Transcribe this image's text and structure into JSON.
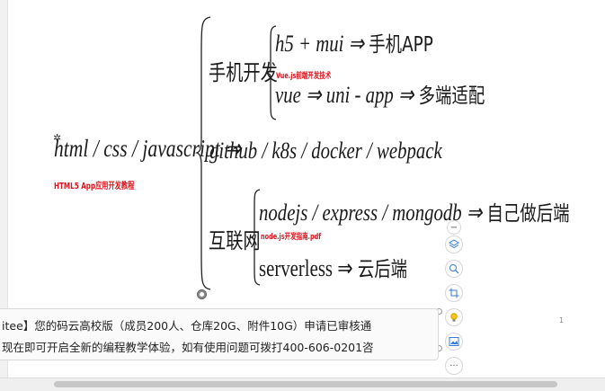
{
  "diagram": {
    "root": {
      "text": "html / css / javascript ⇒",
      "note": "HTML5 App应用开发教程"
    },
    "branches": {
      "mobile": {
        "label": "手机开发",
        "items": [
          {
            "math": "h5 + mui ⇒ ",
            "cn": "手机APP"
          },
          {
            "math": "vue ⇒ uni - app ⇒ ",
            "cn": "多端适配"
          }
        ],
        "note": "Vue.js前端开发技术"
      },
      "devops": {
        "text": "github / k8s / docker / webpack"
      },
      "internet": {
        "label": "互联网",
        "items": [
          {
            "math": "nodejs / express / mongodb ⇒ ",
            "cn": "自己做后端"
          },
          {
            "math": "serverless ⇒ ",
            "cn": "云后端"
          }
        ],
        "note": "node.js开发指南.pdf"
      }
    }
  },
  "notice": {
    "line1": "itee】您的码云高校版（成员200人、仓库20G、附件10G）申请已审核通",
    "line2": "现在即可开启全新的编程教学体验，如有使用问题可拨打400-606-0201咨"
  },
  "toolbar": {
    "buttons": [
      {
        "name": "minus-icon",
        "glyph": "−"
      },
      {
        "name": "layers-icon",
        "glyph": ""
      },
      {
        "name": "zoom-icon",
        "glyph": ""
      },
      {
        "name": "crop-icon",
        "glyph": ""
      },
      {
        "name": "bulb-icon",
        "glyph": ""
      },
      {
        "name": "image-edit-icon",
        "glyph": ""
      },
      {
        "name": "more-icon",
        "glyph": "···"
      }
    ]
  },
  "page_number": "1",
  "colors": {
    "note_red": "#e0131c",
    "ink": "#1a1a1a"
  }
}
